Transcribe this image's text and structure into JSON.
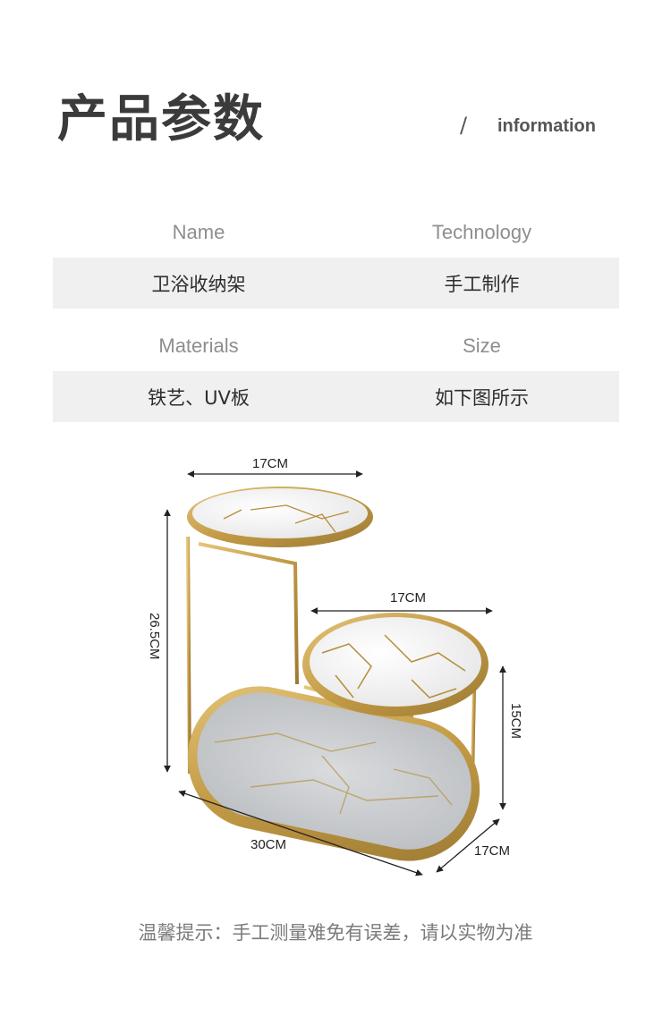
{
  "header": {
    "title": "产品参数",
    "slash": "/",
    "subtitle": "information"
  },
  "table": {
    "row1": {
      "label_left": "Name",
      "label_right": "Technology",
      "value_left": "卫浴收纳架",
      "value_right": "手工制作"
    },
    "row2": {
      "label_left": "Materials",
      "label_right": "Size",
      "value_left": "铁艺、UV板",
      "value_right": "如下图所示"
    }
  },
  "dimensions": {
    "top_width": "17CM",
    "middle_width": "17CM",
    "height_left": "26.5CM",
    "height_right": "15CM",
    "bottom_length": "30CM",
    "bottom_depth": "17CM"
  },
  "footer": {
    "note": "温馨提示：手工测量难免有误差，请以实物为准"
  },
  "colors": {
    "gold": "#c9a24a",
    "marble": "#f4f4f4",
    "row_bg": "#f0f0f0"
  }
}
